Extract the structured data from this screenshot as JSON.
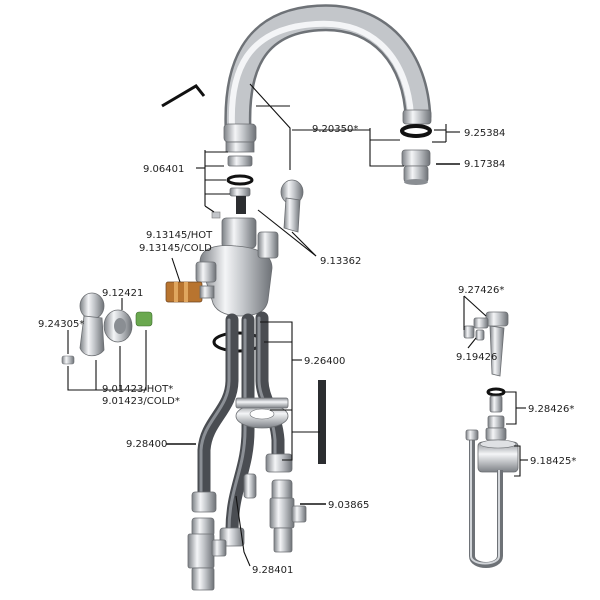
{
  "labels": {
    "spout_body": "9.20350*",
    "spout_oring": "9.25384",
    "aerator": "9.17384",
    "spout_rings": "9.06401",
    "lever_handle_right": "9.13362",
    "cartridge": "9.13145/HOT",
    "cartridge_cold": "9.13145/COLD",
    "bonnet_nut": "9.12421",
    "set_screw": "9.24305*",
    "lever_handle_left": "9.01423/HOT*",
    "lever_handle_left_cold": "9.01423/COLD*",
    "supply_hoses": "9.26400",
    "mounting_hardware": "9.28400",
    "check_valve": "9.03865",
    "connector": "9.28401",
    "sprayer_head": "9.27426*",
    "sprayer_clip": "9.19426",
    "sprayer_base": "9.28426*",
    "sprayer_hose_assembly": "9.18425*"
  },
  "colors": {
    "chrome_light": "#f4f5f7",
    "chrome_mid": "#c3c6ca",
    "chrome_dark": "#7d8186",
    "hose": "#4a4d52",
    "line": "#111111"
  },
  "icons": [
    "faucet-spout",
    "lever-handle",
    "cartridge",
    "supply-hose",
    "side-sprayer"
  ]
}
